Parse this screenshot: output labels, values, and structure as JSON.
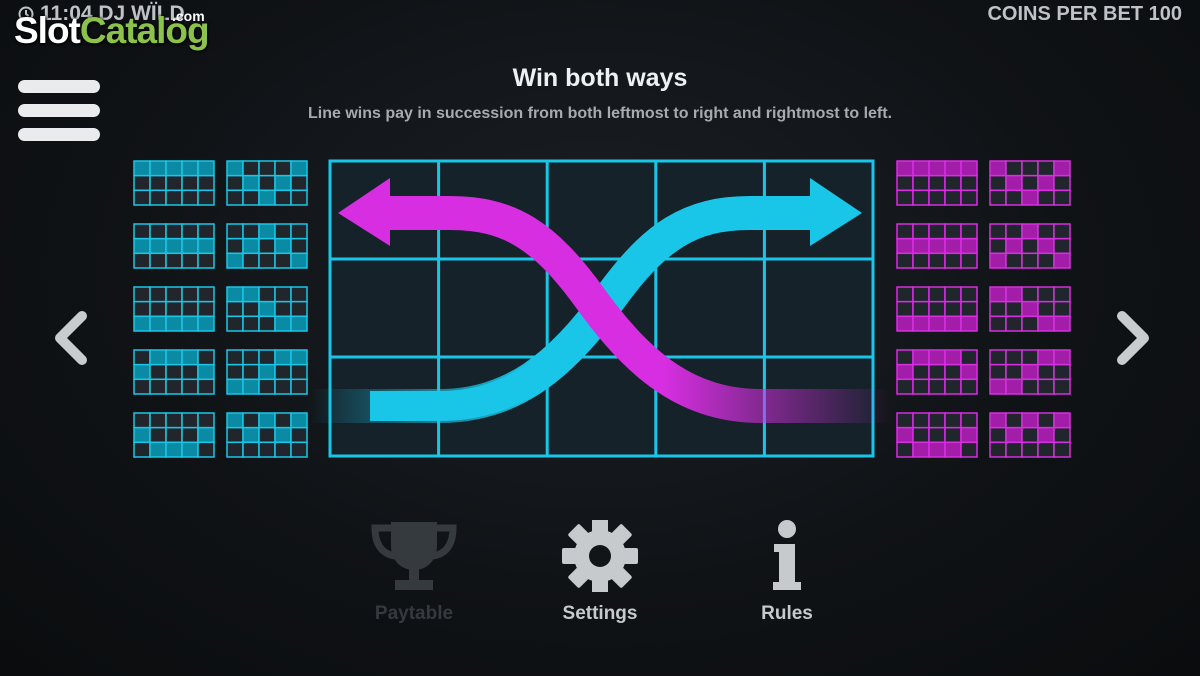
{
  "status": {
    "clock": "11:04 DJ WÏLD",
    "coins_per_bet": "COINS PER BET 100"
  },
  "watermark": {
    "slot": "Slot",
    "catalog": "Catalog",
    "com": ".com"
  },
  "page": {
    "title": "Win both ways",
    "description": "Line wins pay in succession from both leftmost to right and rightmost to left."
  },
  "bottom_nav": {
    "paytable": "Paytable",
    "settings": "Settings",
    "rules": "Rules"
  },
  "colors": {
    "cyan": "#19c6e8",
    "magenta": "#d62ee0",
    "cyan_fill": "#0b8aa3",
    "magenta_fill": "#a21ea8",
    "cell_dark": "#21262c"
  },
  "icons": [
    "clock-icon",
    "hamburger-menu-icon",
    "chevron-left-icon",
    "chevron-right-icon",
    "trophy-icon",
    "gear-icon",
    "info-icon"
  ]
}
